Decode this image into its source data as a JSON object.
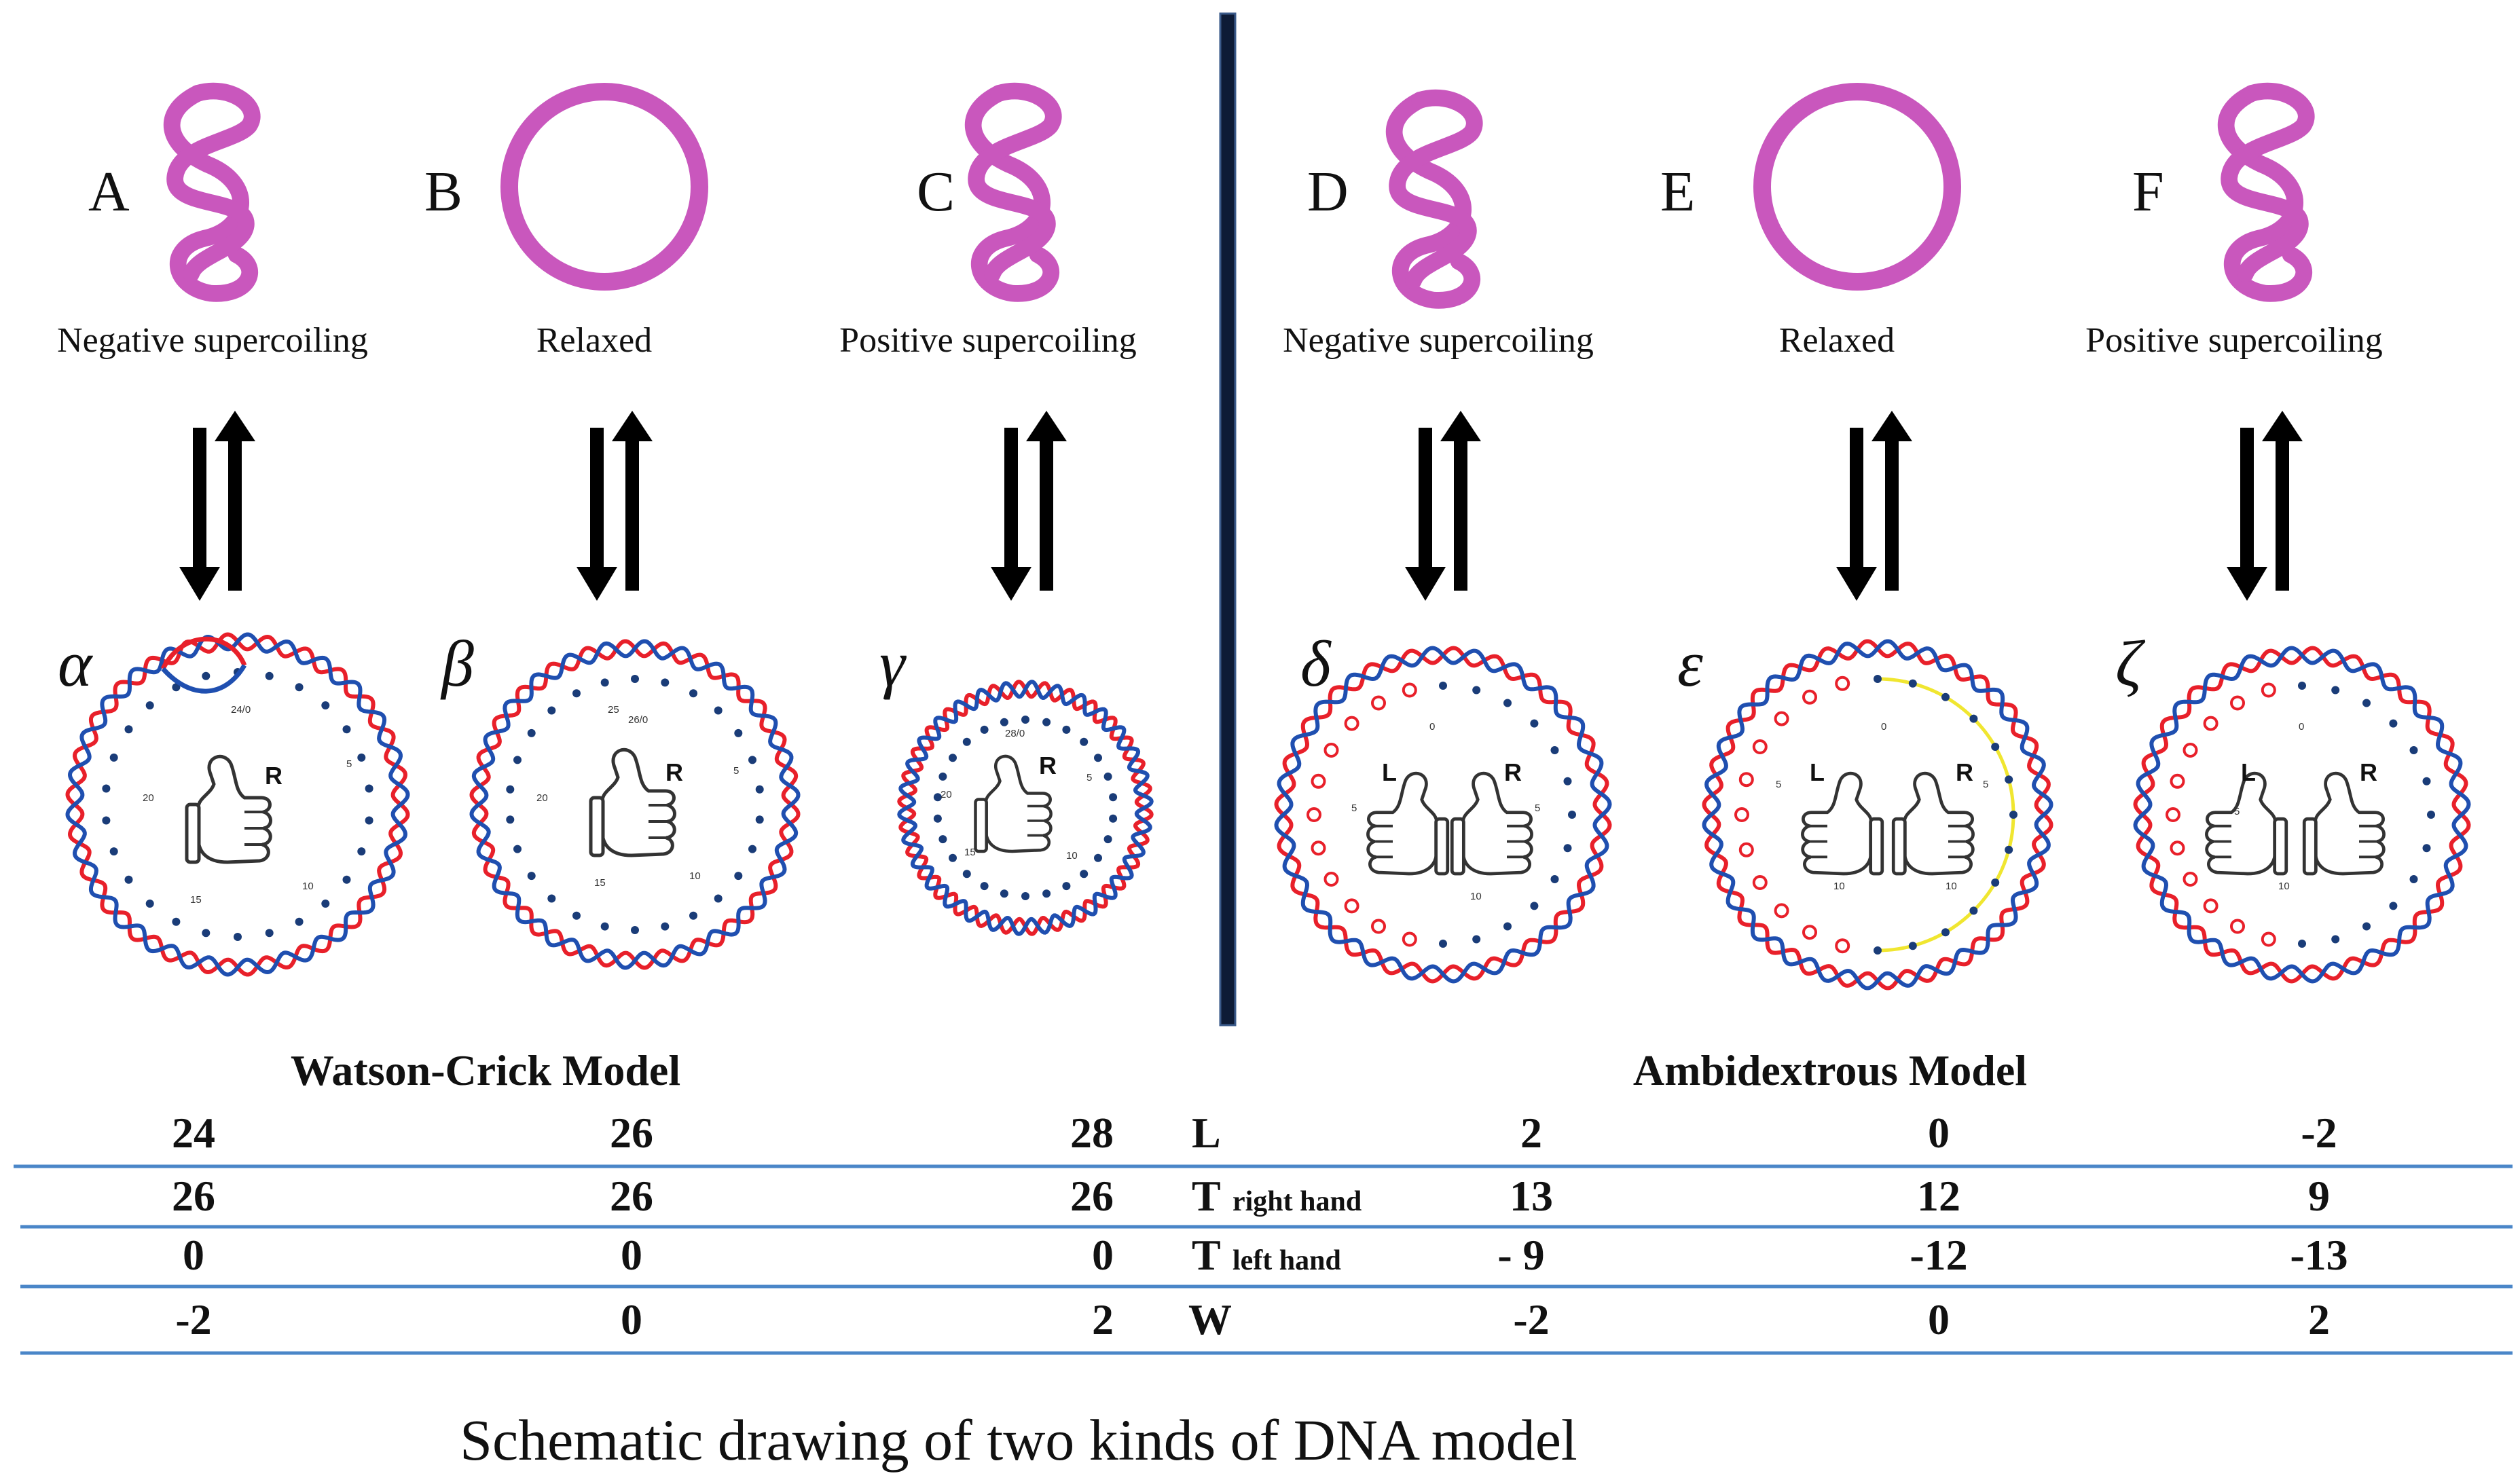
{
  "colors": {
    "supercoil": "#c957bd",
    "strand_red": "#e8202a",
    "strand_blue": "#1f4fb0",
    "dot": "#1a3c78",
    "yellow": "#f0e630",
    "divider": "#0d1b36",
    "rule": "#4a86c8"
  },
  "panels": [
    {
      "letter": "A",
      "caption": "Negative supercoiling",
      "greek": "α",
      "shape": "figure-eight"
    },
    {
      "letter": "B",
      "caption": "Relaxed",
      "greek": "β",
      "shape": "circle"
    },
    {
      "letter": "C",
      "caption": "Positive supercoiling",
      "greek": "γ",
      "shape": "figure-eight"
    },
    {
      "letter": "D",
      "caption": "Negative supercoiling",
      "greek": "δ",
      "shape": "figure-eight"
    },
    {
      "letter": "E",
      "caption": "Relaxed",
      "greek": "ε",
      "shape": "circle"
    },
    {
      "letter": "F",
      "caption": "Positive supercoiling",
      "greek": "ζ",
      "shape": "figure-eight"
    }
  ],
  "circle_labels": {
    "alpha": [
      "24/0",
      "5",
      "20",
      "15",
      "10"
    ],
    "beta": [
      "25",
      "26/0",
      "5",
      "20",
      "15",
      "10"
    ],
    "gamma": [
      "28/0",
      "5",
      "20",
      "15",
      "10"
    ],
    "delta": [
      "0",
      "5",
      "5",
      "10"
    ],
    "epsilon": [
      "0",
      "5",
      "5",
      "10",
      "10"
    ],
    "zeta": [
      "0",
      "5",
      "10"
    ],
    "hand_right": "R",
    "hand_left": "L"
  },
  "models": {
    "watson_crick": "Watson-Crick Model",
    "ambidextrous": "Ambidextrous Model"
  },
  "table": {
    "rows": [
      {
        "label": "L",
        "sub": "",
        "wc": [
          "24",
          "26",
          "28"
        ],
        "amb": [
          "2",
          "0",
          "-2"
        ]
      },
      {
        "label": "T",
        "sub": "right hand",
        "wc": [
          "26",
          "26",
          "26"
        ],
        "amb": [
          "13",
          "12",
          "9"
        ]
      },
      {
        "label": "T",
        "sub": "left hand",
        "wc": [
          "0",
          "0",
          "0"
        ],
        "amb": [
          "- 9",
          "-12",
          "-13"
        ]
      },
      {
        "label": "W",
        "sub": "",
        "wc": [
          "-2",
          "0",
          "2"
        ],
        "amb": [
          "-2",
          "0",
          "2"
        ]
      }
    ]
  },
  "footer": "Schematic drawing of two kinds of DNA model"
}
